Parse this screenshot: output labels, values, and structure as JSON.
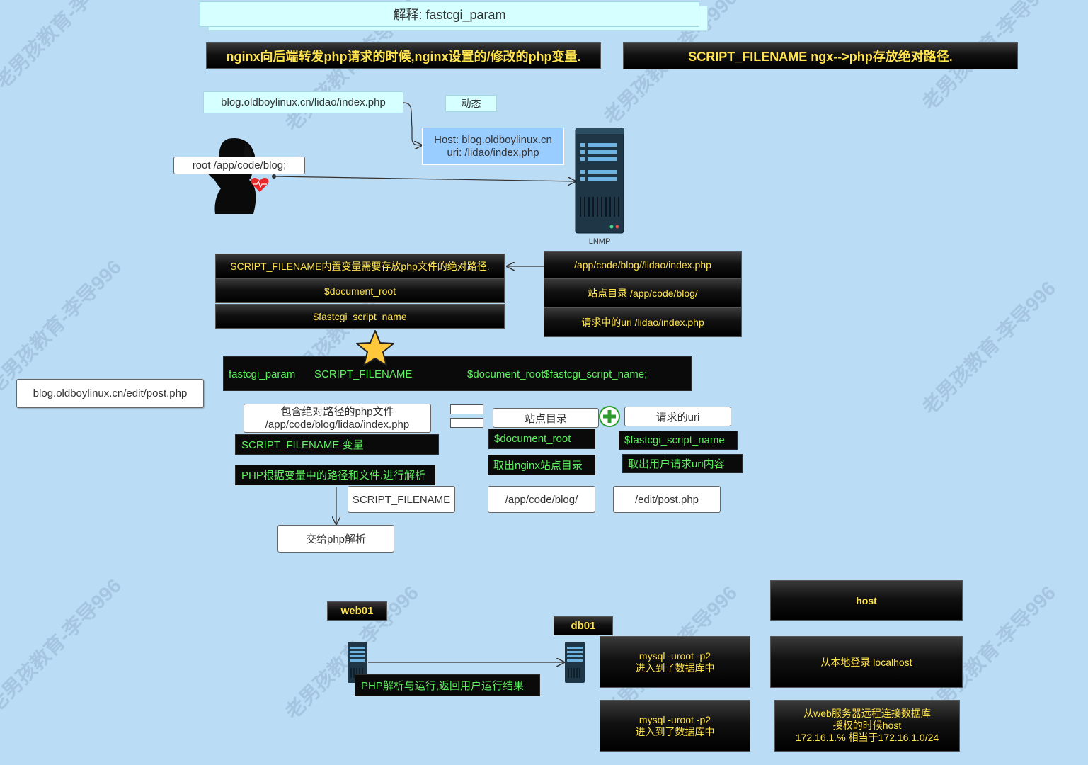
{
  "title": "解释: fastcgi_param",
  "banner_left": "nginx向后端转发php请求的时候,nginx设置的/修改的php变量.",
  "banner_right": "SCRIPT_FILENAME ngx-->php存放绝对路径.",
  "url_top": "blog.oldboylinux.cn/lidao/index.php",
  "dynamic_label": "动态",
  "host_box": {
    "line1": "Host: blog.oldboylinux.cn",
    "line2": "uri:  /lidao/index.php"
  },
  "root_label": "root  /app/code/blog;",
  "server_label": "LNMP",
  "script_filename_block": {
    "header": "SCRIPT_FILENAME内置变量需要存放php文件的绝对路径.",
    "row1": "$document_root",
    "row2": "$fastcgi_script_name"
  },
  "path_block": {
    "row1": "/app/code/blog//lidao/index.php",
    "row2": "站点目录 /app/code/blog/",
    "row3": "请求中的uri    /lidao/index.php"
  },
  "fastcgi_line": {
    "part1": "fastcgi_param",
    "part2": "SCRIPT_FILENAME",
    "part3": "$document_root$fastcgi_script_name;"
  },
  "url_left": "blog.oldboylinux.cn/edit/post.php",
  "php_file_box": {
    "line1": "包含绝对路径的php文件",
    "line2": "/app/code/blog/lidao/index.php"
  },
  "script_var": "SCRIPT_FILENAME 变量",
  "php_parse": "PHP根据变量中的路径和文件,进行解析",
  "site_dir": "站点目录",
  "request_uri": "请求的uri",
  "doc_root": "$document_root",
  "script_name": "$fastcgi_script_name",
  "get_site_dir": "取出nginx站点目录",
  "get_uri": "取出用户请求uri内容",
  "script_filename_plain": "SCRIPT_FILENAME",
  "app_path": "/app/code/blog/",
  "edit_path": "/edit/post.php",
  "to_php": "交给php解析",
  "web01": "web01",
  "db01": "db01",
  "php_run": "PHP解析与运行,返回用户运行结果",
  "mysql1": {
    "line1": "mysql -uroot -p2",
    "line2": "进入到了数据库中"
  },
  "mysql2": {
    "line1": "mysql -uroot -p2",
    "line2": "进入到了数据库中"
  },
  "host": "host",
  "localhost": "从本地登录 localhost",
  "remote": {
    "line1": "从web服务器远程连接数据库",
    "line2": "授权的时候host",
    "line3": "172.16.1.% 相当于172.16.1.0/24"
  },
  "watermark": "老男孩教育-李导996",
  "colors": {
    "background": "#bbdcf5",
    "yellow_text": "#ffe44d",
    "green_text": "#5ff05f"
  }
}
